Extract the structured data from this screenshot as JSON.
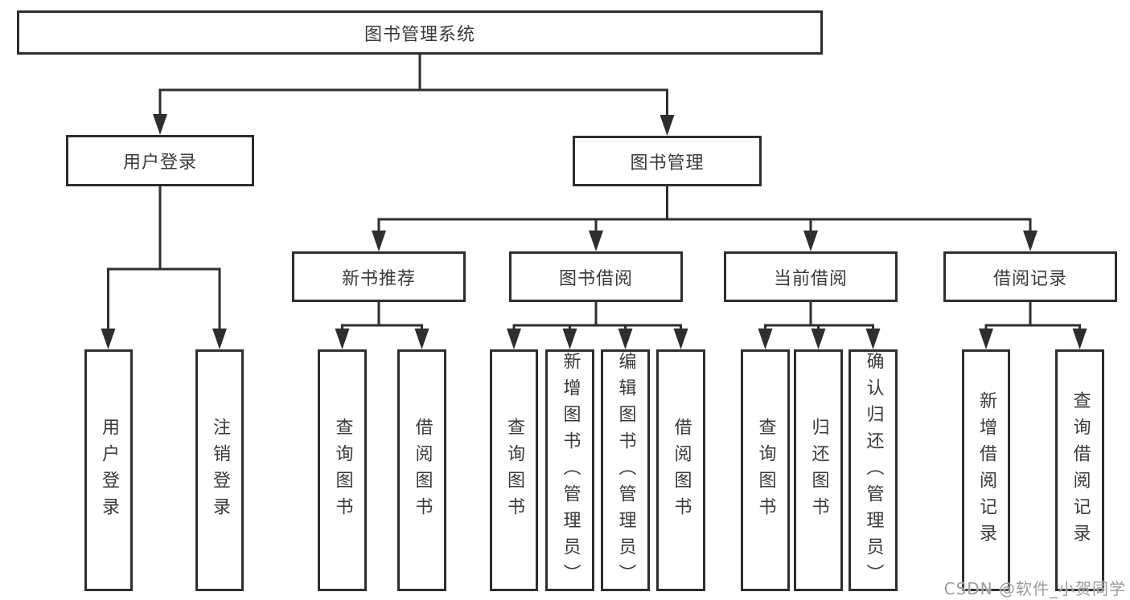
{
  "tree": {
    "root": {
      "label": "图书管理系统"
    },
    "branches": [
      {
        "label": "用户登录",
        "children": [
          {
            "label": "用户登录"
          },
          {
            "label": "注销登录"
          }
        ]
      },
      {
        "label": "图书管理",
        "children": [
          {
            "label": "新书推荐",
            "children": [
              {
                "label": "查询图书"
              },
              {
                "label": "借阅图书"
              }
            ]
          },
          {
            "label": "图书借阅",
            "children": [
              {
                "label": "查询图书"
              },
              {
                "label": "新增图书（管理员）"
              },
              {
                "label": "编辑图书（管理员）"
              },
              {
                "label": "借阅图书"
              }
            ]
          },
          {
            "label": "当前借阅",
            "children": [
              {
                "label": "查询图书"
              },
              {
                "label": "归还图书"
              },
              {
                "label": "确认归还（管理员）"
              }
            ]
          },
          {
            "label": "借阅记录",
            "children": [
              {
                "label": "新增借阅记录"
              },
              {
                "label": "查询借阅记录"
              }
            ]
          }
        ]
      }
    ]
  },
  "watermark": {
    "text": "CSDN @软件_小贺同学"
  },
  "colors": {
    "line": "#2e2e2e",
    "box_border": "#2e2e2e",
    "box_background": "#ffffff",
    "text": "#3a3a3a",
    "watermark": "#9c9c9c",
    "page_background": "#ffffff"
  }
}
